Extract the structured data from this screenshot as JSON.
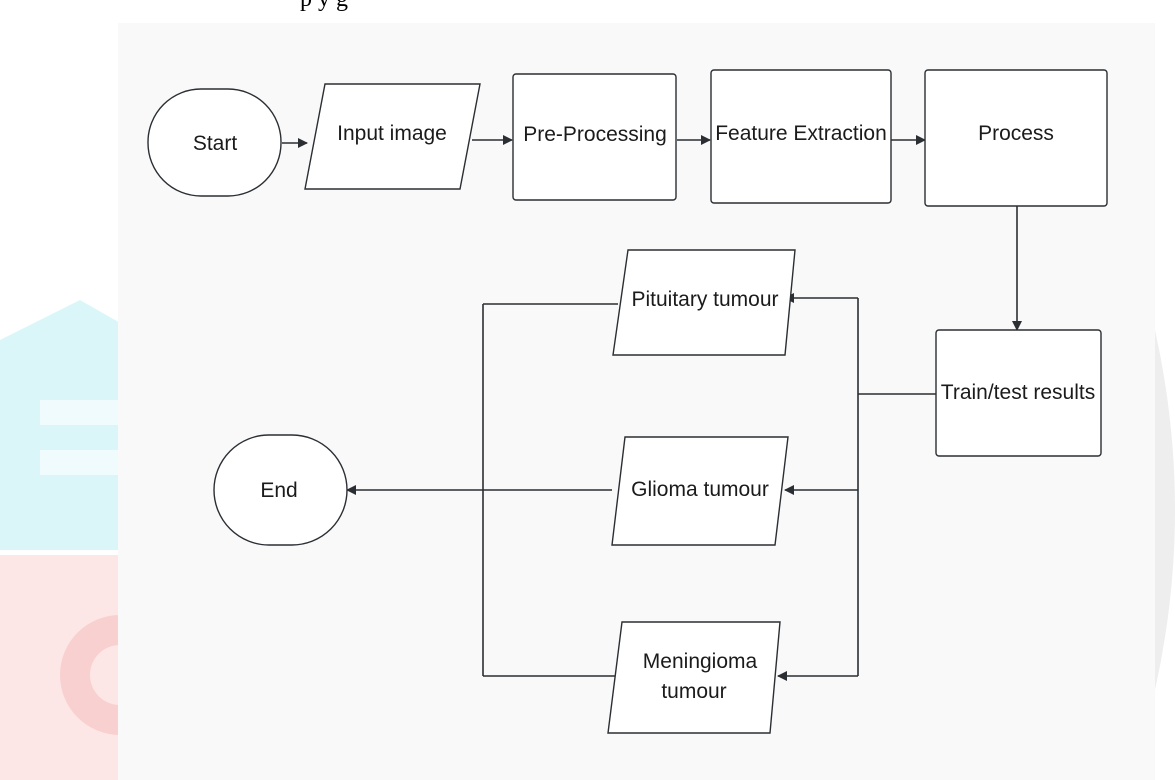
{
  "caption_fragment": "p                           y                     g",
  "nodes": {
    "start": "Start",
    "input": "Input image",
    "preprocessing": "Pre-Processing",
    "feature_extraction": "Feature Extraction",
    "process": "Process",
    "train_test": "Train/test results",
    "pituitary": "Pituitary tumour",
    "glioma": "Glioma tumour",
    "meningioma_line1": "Meningioma",
    "meningioma_line2": "tumour",
    "end": "End"
  },
  "colors": {
    "line": "#2b2f33",
    "panel": "#f9f9fa",
    "node_fill": "#ffffff",
    "watermark_cyan": "#d8f6f9",
    "watermark_red": "#fde4e4",
    "watermark_gray": "#eeeeee"
  }
}
